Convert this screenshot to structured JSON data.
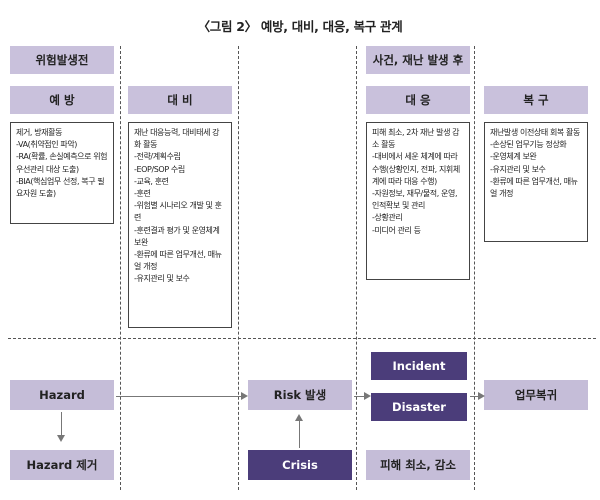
{
  "title": "〈그림 2〉 예방, 대비, 대응, 복구 관계",
  "phases": {
    "before": "위험발생전",
    "after": "사건, 재난 발생 후"
  },
  "stages": {
    "prevention": "예 방",
    "preparedness": "대 비",
    "response": "대 응",
    "recovery": "복 구"
  },
  "activities": {
    "prevention": [
      "제거, 방재활동",
      "-VA(취약점인 파악)",
      "-RA(확률, 손실예측으로 위험 우선관리 대상 도출)",
      "-BIA(핵심업무 선정, 복구 필요자원 도출)"
    ],
    "preparedness": [
      "재난 대응능력, 대비태세 강화 활동",
      "-전략/계획수립",
      "-EOP/SOP 수립",
      "-교육, 훈련",
      "-훈련",
      "-위험별 시나리오 개발 및 훈련",
      "-훈련결과 평가 및 운영체계 보완",
      "-환류에 따른 업무개선, 매뉴얼 개정",
      "-유지관리 및 보수"
    ],
    "response": [
      "피해 최소, 2차 재난 발생 감소 활동",
      "-대비에서 세운 체계에 따라 수행(상황인지, 전파, 지휘체계에 따라 대응 수행)",
      "-자원정보, 재무/물적, 운영, 인적확보 및 관리",
      "-상황관리",
      "-미디어 관리 등"
    ],
    "recovery": [
      "재난발생 이전상태 회복 활동",
      "-손상된 업무기능 정상화",
      "-운영체계 보완",
      "-유지관리 및 보수",
      "-환류에 따른 업무개선, 매뉴얼 개정"
    ]
  },
  "flow": {
    "hazard": "Hazard",
    "hazard_removal": "Hazard 제거",
    "risk": "Risk 발생",
    "crisis": "Crisis",
    "incident": "Incident",
    "disaster": "Disaster",
    "damage_reduction": "피해 최소, 감소",
    "recovery_business": "업무복귀"
  },
  "colors": {
    "lavender": "#c9c1dc",
    "purple": "#4b3d7a",
    "arrow": "#777777"
  }
}
